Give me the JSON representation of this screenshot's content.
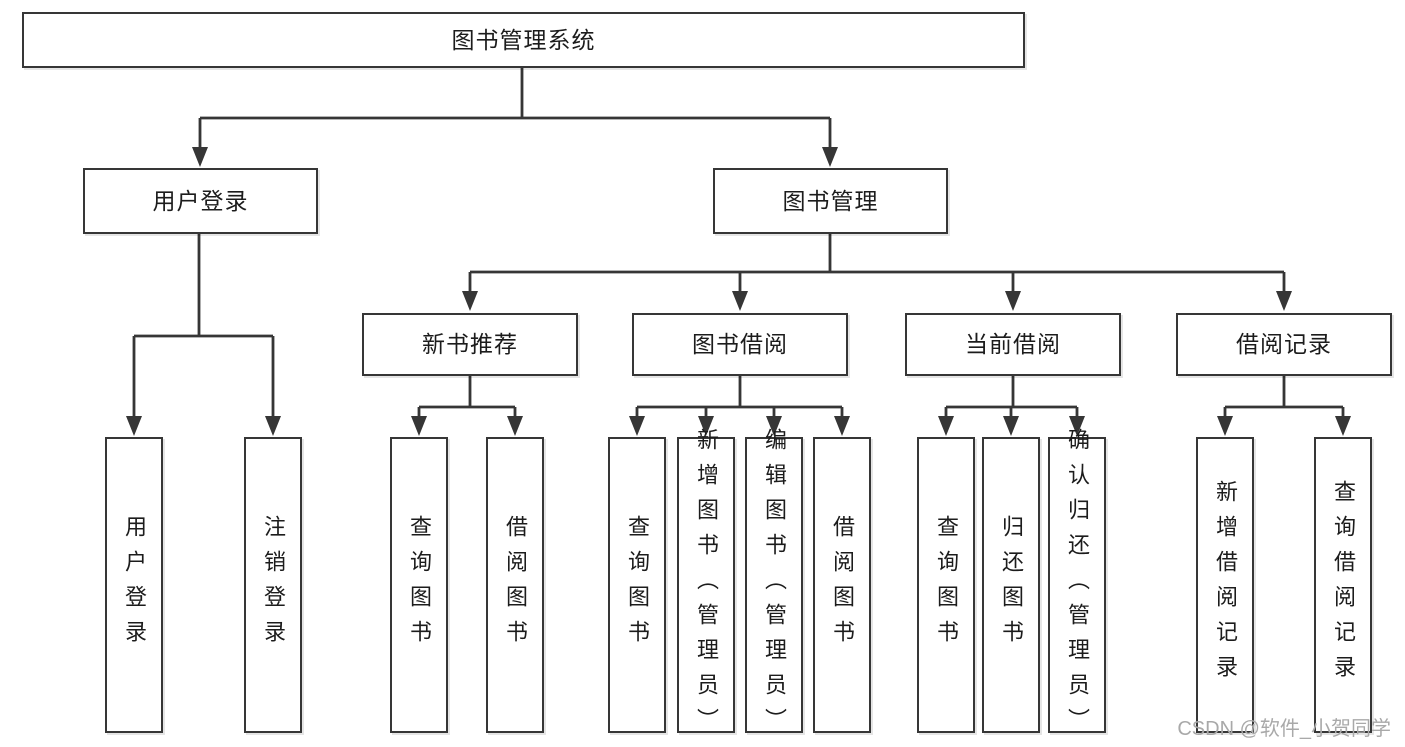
{
  "nodes": {
    "root": "图书管理系统",
    "user_login": "用户登录",
    "book_mgmt": "图书管理",
    "new_books": "新书推荐",
    "book_borrow": "图书借阅",
    "current_borrow": "当前借阅",
    "borrow_records": "借阅记录",
    "leaf_user_login": "用户登录",
    "leaf_logout": "注销登录",
    "leaf_nb_query": "查询图书",
    "leaf_nb_borrow": "借阅图书",
    "leaf_bb_query": "查询图书",
    "leaf_bb_add": "新增图书（管理员）",
    "leaf_bb_edit": "编辑图书（管理员）",
    "leaf_bb_borrow": "借阅图书",
    "leaf_cb_query": "查询图书",
    "leaf_cb_return": "归还图书",
    "leaf_cb_confirm": "确认归还（管理员）",
    "leaf_br_add": "新增借阅记录",
    "leaf_br_query": "查询借阅记录"
  },
  "structure": {
    "图书管理系统": [
      "用户登录",
      "图书管理"
    ],
    "用户登录": [
      "用户登录",
      "注销登录"
    ],
    "图书管理": [
      "新书推荐",
      "图书借阅",
      "当前借阅",
      "借阅记录"
    ],
    "新书推荐": [
      "查询图书",
      "借阅图书"
    ],
    "图书借阅": [
      "查询图书",
      "新增图书（管理员）",
      "编辑图书（管理员）",
      "借阅图书"
    ],
    "当前借阅": [
      "查询图书",
      "归还图书",
      "确认归还（管理员）"
    ],
    "借阅记录": [
      "新增借阅记录",
      "查询借阅记录"
    ]
  },
  "watermark": "CSDN @软件_小贺同学",
  "colors": {
    "line": "#363636",
    "text": "#1c1c1c",
    "watermark": "#a9a9a9",
    "background": "#ffffff"
  }
}
